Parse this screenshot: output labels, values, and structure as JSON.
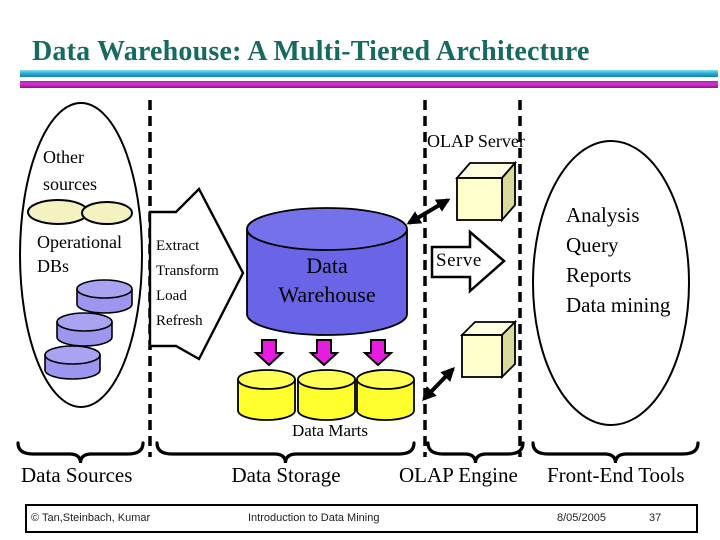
{
  "title": "Data Warehouse: A Multi-Tiered Architecture",
  "colors": {
    "title_teal": "#166A60",
    "rule_cyan": "#2AB4DC",
    "rule_magenta": "#E22ADB",
    "warehouse_blue": "#6A65E6",
    "operational_purple": "#9C96EE",
    "mart_yellow": "#FFFF2E",
    "cube_cream": "#FFFFCE",
    "down_arrow_magenta": "#E81CE0"
  },
  "diagram": {
    "sources_ellipse": {
      "other_line1": "Other",
      "other_line2": "sources",
      "op_line1": "Operational",
      "op_line2": "DBs"
    },
    "etl_arrow": {
      "lines": [
        "Extract",
        "Transform",
        "Load",
        "Refresh"
      ]
    },
    "warehouse": {
      "line1": "Data",
      "line2": "Warehouse"
    },
    "olap_server_label": "OLAP Server",
    "serve_label": "Serve",
    "frontend": {
      "items": [
        "Analysis",
        "Query",
        "Reports",
        "Data mining"
      ]
    },
    "data_marts_label": "Data Marts",
    "tiers": [
      {
        "label": "Data Sources"
      },
      {
        "label": "Data Storage"
      },
      {
        "label": "OLAP Engine"
      },
      {
        "label": "Front-End Tools"
      }
    ]
  },
  "footer": {
    "copyright": "© Tan,Steinbach, Kumar",
    "course_title": "Introduction to Data Mining",
    "date": "8/05/2005",
    "page_number": "37"
  }
}
